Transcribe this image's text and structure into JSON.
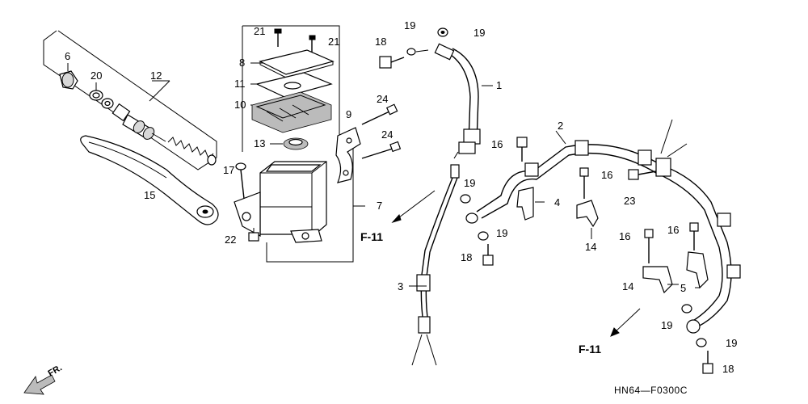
{
  "diagram": {
    "code": "HN64—F0300C",
    "refs": {
      "f11_upper": "F-11",
      "f11_lower": "F-11"
    },
    "front_arrow_label": "FR.",
    "callouts": {
      "p1": "1",
      "p2": "2",
      "p3": "3",
      "p4": "4",
      "p5": "5",
      "p6": "6",
      "p7": "7",
      "p8": "8",
      "p9": "9",
      "p10": "10",
      "p11": "11",
      "p12": "12",
      "p13": "13",
      "p14a": "14",
      "p14b": "14",
      "p15": "15",
      "p16a": "16",
      "p16b": "16",
      "p16c": "16",
      "p16d": "16",
      "p17": "17",
      "p18a": "18",
      "p18b": "18",
      "p18c": "18",
      "p19a": "19",
      "p19b": "19",
      "p19c": "19",
      "p19d": "19",
      "p19e": "19",
      "p19f": "19",
      "p20": "20",
      "p21a": "21",
      "p21b": "21",
      "p22": "22",
      "p23": "23",
      "p24a": "24",
      "p24b": "24"
    }
  }
}
